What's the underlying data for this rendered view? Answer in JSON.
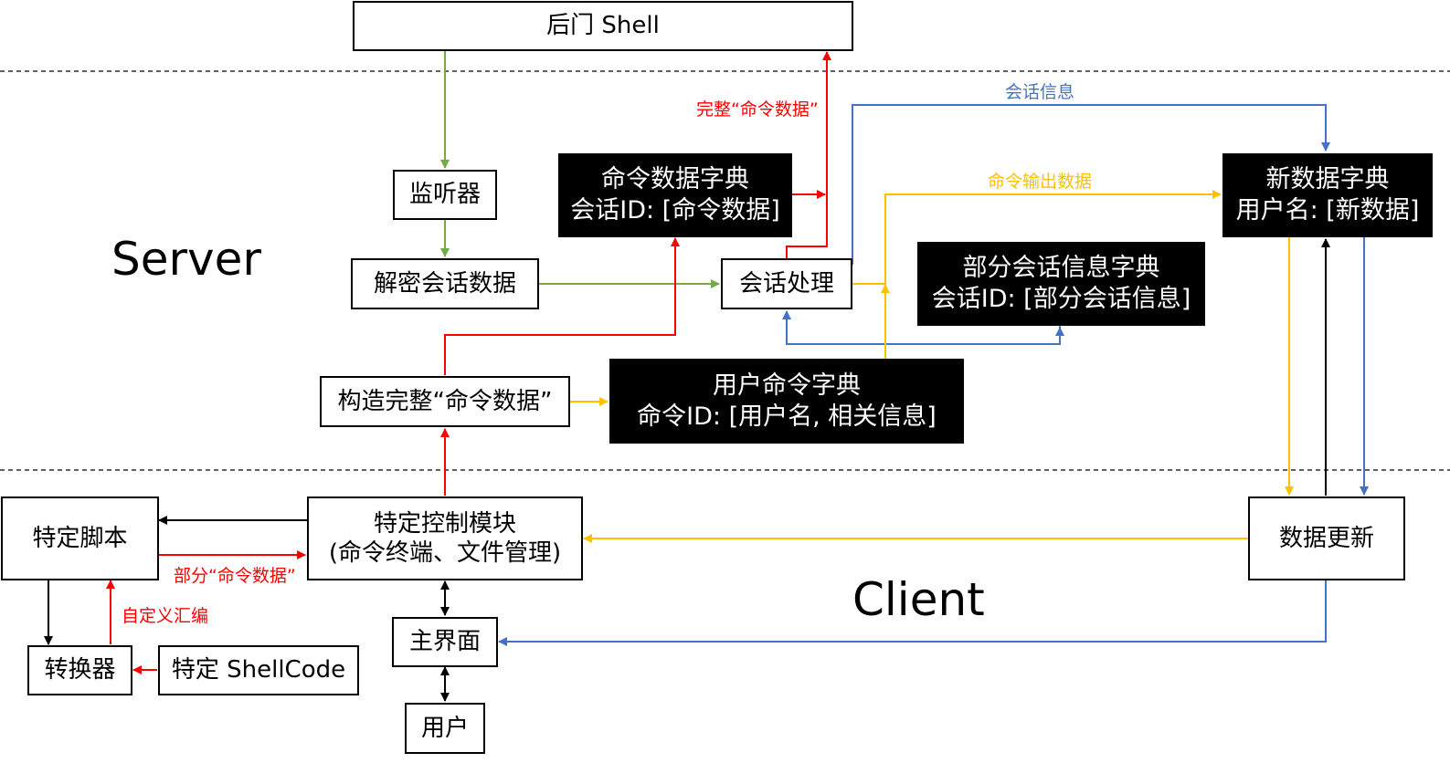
{
  "zones": {
    "server": "Server",
    "client": "Client"
  },
  "nodes": {
    "backdoor_shell": "后门 Shell",
    "listener": "监听器",
    "decrypt_session_data": "解密会话数据",
    "command_data_dict": {
      "line1": "命令数据字典",
      "line2": "会话ID: [命令数据]"
    },
    "session_handling": "会话处理",
    "partial_session_dict": {
      "line1": "部分会话信息字典",
      "line2": "会话ID: [部分会话信息]"
    },
    "build_full_command": "构造完整“命令数据”",
    "user_command_dict": {
      "line1": "用户命令字典",
      "line2": "命令ID: [用户名, 相关信息]"
    },
    "new_data_dict": {
      "line1": "新数据字典",
      "line2": "用户名: [新数据]"
    },
    "specific_script": "特定脚本",
    "control_module": {
      "line1": "特定控制模块",
      "line2": "(命令终端、文件管理)"
    },
    "data_update": "数据更新",
    "main_ui": "主界面",
    "user": "用户",
    "converter": "转换器",
    "specific_shellcode": "特定 ShellCode"
  },
  "edge_labels": {
    "full_command_data": "完整“命令数据”",
    "session_info": "会话信息",
    "command_output_data": "命令输出数据",
    "partial_command_data": "部分“命令数据”",
    "custom_assembly": "自定义汇编"
  },
  "colors": {
    "green": "#70ad47",
    "red": "#ff0000",
    "blue": "#4472c4",
    "yellow": "#ffc000",
    "black": "#000000"
  }
}
